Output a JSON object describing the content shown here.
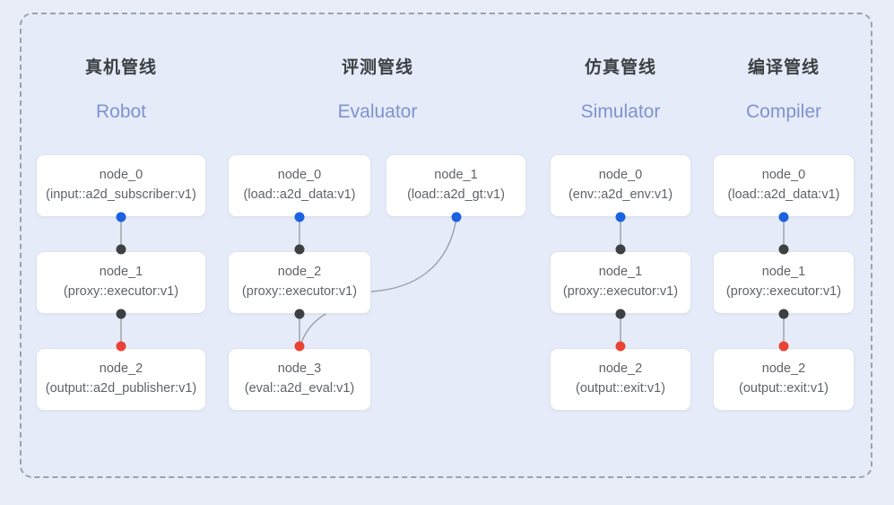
{
  "canvas": {
    "background": "#e9edf8",
    "frame_background": "#e6ebf9",
    "frame_border_color": "#9aa3ad"
  },
  "palette": {
    "port_in": "#1a62e0",
    "port_mid": "#3c4043",
    "port_out": "#ea4335",
    "node_text": "#5f6368",
    "title": "#3c4043",
    "subtitle": "#7e93cf",
    "edge": "#9aa0a6"
  },
  "columns": [
    {
      "id": "robot",
      "title": "真机管线",
      "subtitle": "Robot",
      "nodes": [
        {
          "name": "node_0",
          "kind": "(input::a2d_subscriber:v1)"
        },
        {
          "name": "node_1",
          "kind": "(proxy::executor:v1)"
        },
        {
          "name": "node_2",
          "kind": "(output::a2d_publisher:v1)"
        }
      ]
    },
    {
      "id": "evaluator",
      "title": "评测管线",
      "subtitle": "Evaluator",
      "nodes": [
        {
          "name": "node_0",
          "kind": "(load::a2d_data:v1)"
        },
        {
          "name": "node_1",
          "kind": "(load::a2d_gt:v1)"
        },
        {
          "name": "node_2",
          "kind": "(proxy::executor:v1)"
        },
        {
          "name": "node_3",
          "kind": "(eval::a2d_eval:v1)"
        }
      ]
    },
    {
      "id": "simulator",
      "title": "仿真管线",
      "subtitle": "Simulator",
      "nodes": [
        {
          "name": "node_0",
          "kind": "(env::a2d_env:v1)"
        },
        {
          "name": "node_1",
          "kind": "(proxy::executor:v1)"
        },
        {
          "name": "node_2",
          "kind": "(output::exit:v1)"
        }
      ]
    },
    {
      "id": "compiler",
      "title": "编译管线",
      "subtitle": "Compiler",
      "nodes": [
        {
          "name": "node_0",
          "kind": "(load::a2d_data:v1)"
        },
        {
          "name": "node_1",
          "kind": "(proxy::executor:v1)"
        },
        {
          "name": "node_2",
          "kind": "(output::exit:v1)"
        }
      ]
    }
  ]
}
